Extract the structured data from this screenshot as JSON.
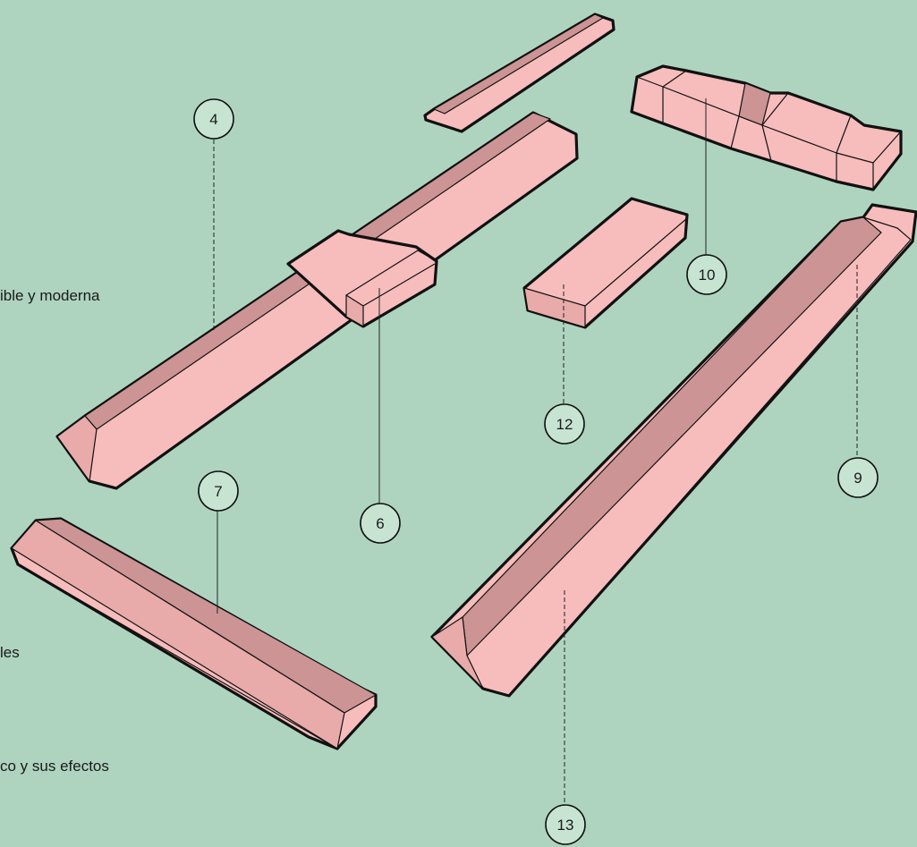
{
  "background_color": "#aed4c0",
  "block_colors": {
    "light": "#f7bcbc",
    "mid": "#e9aaaa",
    "dark": "#cc9494"
  },
  "legend_fragments": [
    {
      "id": "f1",
      "text": "ible y moderna"
    },
    {
      "id": "f2",
      "text": "les"
    },
    {
      "id": "f3",
      "text": "co y sus efectos"
    }
  ],
  "callouts": [
    {
      "id": "c4",
      "number": "4",
      "leader": "dashed"
    },
    {
      "id": "c6",
      "number": "6",
      "leader": "solid"
    },
    {
      "id": "c7",
      "number": "7",
      "leader": "solid"
    },
    {
      "id": "c9",
      "number": "9",
      "leader": "dashed"
    },
    {
      "id": "c10",
      "number": "10",
      "leader": "solid"
    },
    {
      "id": "c12",
      "number": "12",
      "leader": "dashed"
    },
    {
      "id": "c13",
      "number": "13",
      "leader": "dashed"
    }
  ]
}
